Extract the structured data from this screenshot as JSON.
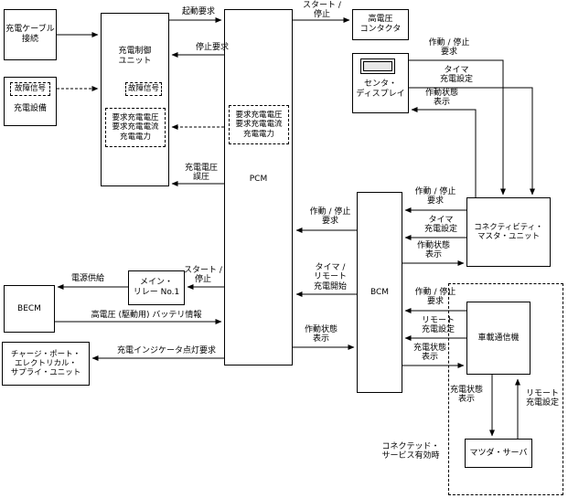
{
  "diagram": {
    "boxes": {
      "charge_cable": "充電ケーブル\n接続",
      "fault_signal_left": "故障信号",
      "charging_equipment": "充電設備",
      "charge_control_unit": "充電制御\nユニット",
      "fault_signal_unit": "故障信号",
      "request_values_unit": "要求充電電圧\n要求充電電流\n充電電力",
      "pcm": "PCM",
      "request_values_pcm": "要求充電電圧\n要求充電電流\n充電電力",
      "hv_contactor": "高電圧\nコンタクタ",
      "center_display": "センタ・\nディスプレイ",
      "bcm": "BCM",
      "connectivity_master_unit": "コネクティビティ・\nマスタ・ユニット",
      "becm": "BECM",
      "main_relay": "メイン・\nリレー No.1",
      "charge_port_unit": "チャージ・ポート・\nエレクトリカル・\nサプライ・ユニット",
      "tcu": "車載通信機",
      "mazda_server": "マツダ・サーバ"
    },
    "labels": {
      "startup_request": "起動要求",
      "start_stop_top": "スタート /\n停止",
      "stop_request": "停止要求",
      "charge_voltage": "充電電圧\n誤圧",
      "operation_stop_request_display": "作動 / 停止\n要求",
      "timer_charge_setting_display": "タイマ\n充電設定",
      "operation_status_display": "作動状態\n表示",
      "operation_stop_request_cmu": "作動 / 停止\n要求",
      "timer_charge_setting_cmu": "タイマ\n充電設定",
      "operation_status_cmu": "作動状態\n表示",
      "operation_stop_request_pcm": "作動 / 停止\n要求",
      "timer_remote_charge_start": "タイマ /\nリモート\n充電開始",
      "operation_status_pcm": "作動状態\n表示",
      "operation_stop_request_tcu": "作動 / 停止\n要求",
      "remote_charge_setting_tcu": "リモート\n充電設定",
      "charge_status_tcu": "充電状態\n表示",
      "charge_status_server": "充電状態\n表示",
      "remote_charge_setting_server": "リモート\n充電設定",
      "start_stop_relay": "スタート /\n停止",
      "power_supply": "電源供給",
      "hv_battery_info": "高電圧 (駆動用) バッテリ情報",
      "charge_indicator_request": "充電インジケータ点灯要求",
      "connected_service": "コネクテッド・\nサービス有効時"
    }
  }
}
